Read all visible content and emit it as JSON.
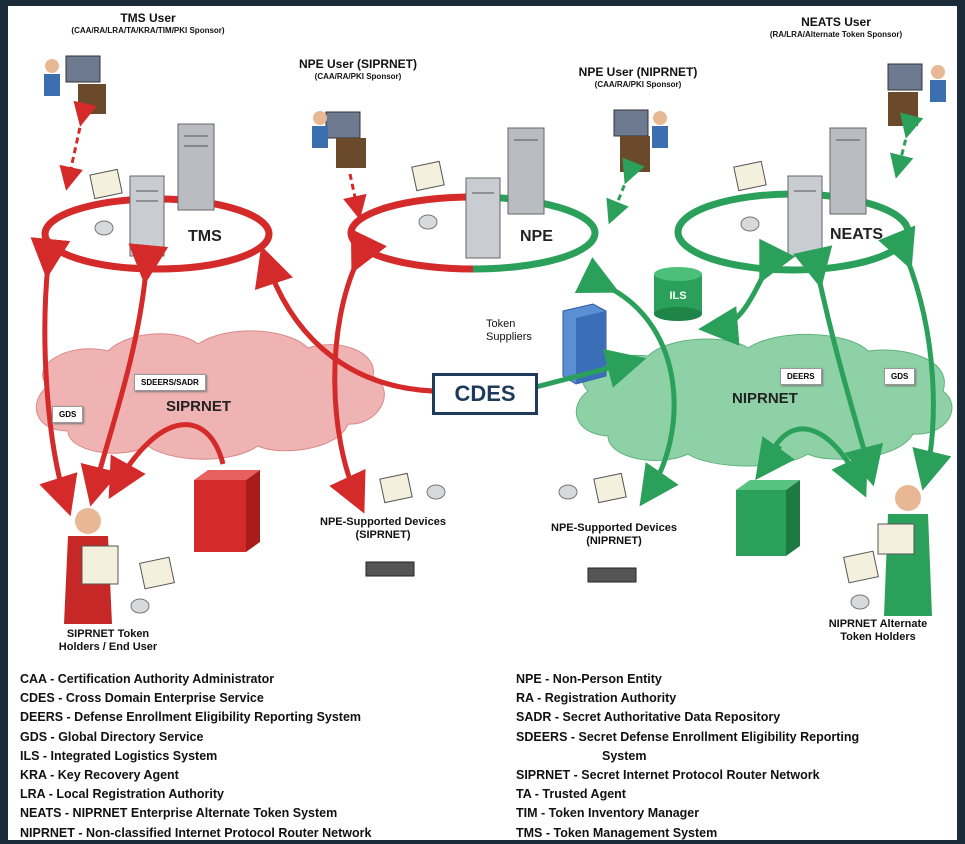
{
  "users": {
    "tms": {
      "title": "TMS User",
      "roles": "(CAA/RA/LRA/TA/KRA/TIM/PKI Sponsor)"
    },
    "npe_sip": {
      "title": "NPE User (SIPRNET)",
      "roles": "(CAA/RA/PKI Sponsor)"
    },
    "npe_nip": {
      "title": "NPE User (NIPRNET)",
      "roles": "(CAA/RA/PKI Sponsor)"
    },
    "neats": {
      "title": "NEATS User",
      "roles": "(RA/LRA/Alternate Token Sponsor)"
    }
  },
  "systems": {
    "tms": "TMS",
    "npe": "NPE",
    "neats": "NEATS",
    "cdes": "CDES",
    "ils": "ILS"
  },
  "networks": {
    "siprnet": "SIPRNET",
    "niprnet": "NIPRNET"
  },
  "links": {
    "gds_left": "GDS",
    "sdeers": "SDEERS/SADR",
    "deers": "DEERS",
    "gds_right": "GDS"
  },
  "token_suppliers": "Token Suppliers",
  "devices": {
    "sip_line1": "NPE-Supported Devices",
    "sip_line2": "(SIPRNET)",
    "nip_line1": "NPE-Supported Devices",
    "nip_line2": "(NIPRNET)"
  },
  "holders": {
    "sip_line1": "SIPRNET Token",
    "sip_line2": "Holders / End User",
    "nip_line1": "NIPRNET Alternate",
    "nip_line2": "Token Holders"
  },
  "colors": {
    "red": "#d42a2a",
    "green": "#2ba05a",
    "navy": "#1f3b5c"
  },
  "legend_left": [
    "CAA - Certification Authority Administrator",
    "CDES - Cross Domain Enterprise Service",
    "DEERS - Defense Enrollment Eligibility Reporting System",
    "GDS - Global Directory Service",
    "ILS - Integrated Logistics System",
    "KRA - Key Recovery Agent",
    "LRA - Local Registration Authority",
    "NEATS - NIPRNET Enterprise Alternate Token System",
    "NIPRNET - Non-classified Internet Protocol Router Network"
  ],
  "legend_right": [
    "NPE - Non-Person Entity",
    "RA - Registration Authority",
    "SADR - Secret Authoritative Data Repository",
    "SDEERS - Secret Defense Enrollment Eligibility Reporting",
    "System",
    "SIPRNET - Secret Internet Protocol Router Network",
    "TA - Trusted Agent",
    "TIM - Token Inventory Manager",
    "TMS - Token Management System"
  ]
}
